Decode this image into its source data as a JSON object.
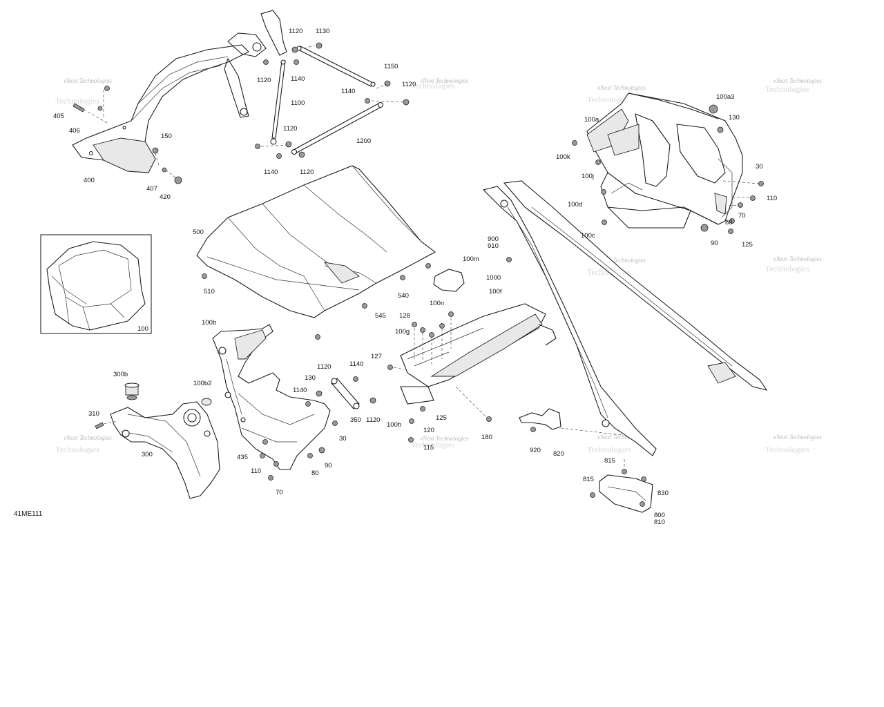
{
  "diagram_code": "41ME111",
  "watermark": {
    "line1": "vNext Technologies",
    "line2": "Technologies"
  },
  "callouts": {
    "c1120a": "1120",
    "c1130": "1130",
    "c1120b": "1120",
    "c1140a": "1140",
    "c1150": "1150",
    "c1140b": "1140",
    "c1120c": "1120",
    "c1100": "1100",
    "c1120d": "1120",
    "c1200": "1200",
    "c1140c": "1140",
    "c1120e": "1120",
    "c405": "405",
    "c406": "406",
    "c150": "150",
    "c400": "400",
    "c407": "407",
    "c420": "420",
    "c100a3": "100a3",
    "c100a": "100a",
    "c130a": "130",
    "c100k": "100k",
    "c100j": "100j",
    "c30a": "30",
    "c110a": "110",
    "c100d": "100d",
    "c70a": "70",
    "c80a": "80",
    "c100c": "100c",
    "c90a": "90",
    "c125a": "125",
    "c500": "500",
    "c510": "510",
    "c540": "540",
    "c545": "545",
    "c100m": "100m",
    "c900": "900",
    "c910": "910",
    "c1000": "1000",
    "c100n": "100n",
    "c100f": "100f",
    "c100": "100",
    "c100b": "100b",
    "c300b": "300b",
    "c100b2": "100b2",
    "c310": "310",
    "c300": "300",
    "c1120f": "1120",
    "c1140d": "1140",
    "c130b": "130",
    "c1140e": "1140",
    "c350": "350",
    "c1120g": "1120",
    "c30b": "30",
    "c435": "435",
    "c110b": "110",
    "c80b": "80",
    "c90b": "90",
    "c70b": "70",
    "c128": "128",
    "c100g": "100g",
    "c127": "127",
    "c125b": "125",
    "c100h": "100h",
    "c120": "120",
    "c115": "115",
    "c180": "180",
    "c920": "920",
    "c820": "820",
    "c815a": "815",
    "c815b": "815",
    "c830": "830",
    "c800": "800",
    "c810": "810"
  }
}
